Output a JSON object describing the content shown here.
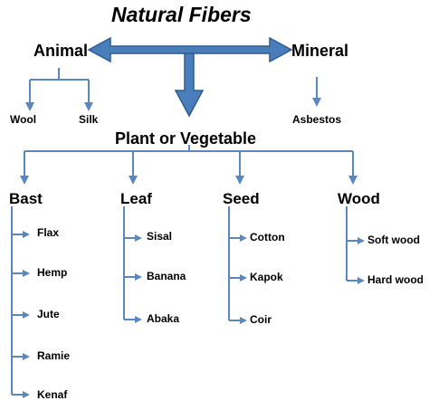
{
  "title": "Natural Fibers",
  "animal": {
    "label": "Animal",
    "children": [
      "Wool",
      "Silk"
    ]
  },
  "mineral": {
    "label": "Mineral",
    "children": [
      "Asbestos"
    ]
  },
  "plant": {
    "label": "Plant or Vegetable",
    "groups": [
      {
        "label": "Bast",
        "children": [
          "Flax",
          "Hemp",
          "Jute",
          "Ramie",
          "Kenaf"
        ]
      },
      {
        "label": "Leaf",
        "children": [
          "Sisal",
          "Banana",
          "Abaka"
        ]
      },
      {
        "label": "Seed",
        "children": [
          "Cotton",
          "Kapok",
          "Coir"
        ]
      },
      {
        "label": "Wood",
        "children": [
          "Soft wood",
          "Hard wood"
        ]
      }
    ]
  },
  "colors": {
    "arrow_fill": "#4a7ebb",
    "arrow_stroke": "#2f5b93",
    "line": "#5b87c0",
    "text": "#000000"
  }
}
